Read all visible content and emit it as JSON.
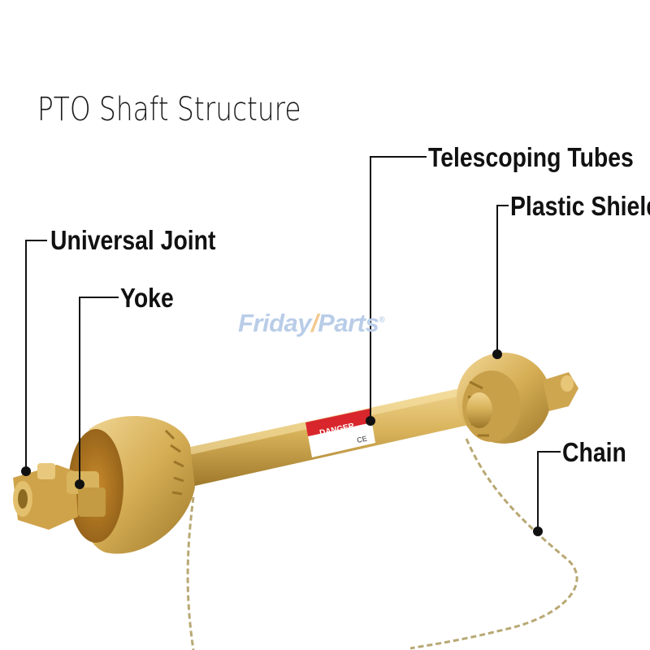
{
  "title": "PTO Shaft Structure",
  "watermark": {
    "left": "Friday",
    "right": "Parts",
    "mark": "®"
  },
  "labels": {
    "universal_joint": "Universal Joint",
    "yoke": "Yoke",
    "telescoping_tubes": "Telescoping Tubes",
    "plastic_shield": "Plastic Shield",
    "chain": "Chain"
  },
  "warning_label": {
    "heading": "DANGER",
    "mark": "CE"
  },
  "colors": {
    "shaft": "#d8b25a",
    "shaft_dark": "#a9822e",
    "shaft_light": "#f0d48e",
    "label_red": "#d8262c",
    "leader": "#111111",
    "watermark_blue": "#b9cde8"
  }
}
